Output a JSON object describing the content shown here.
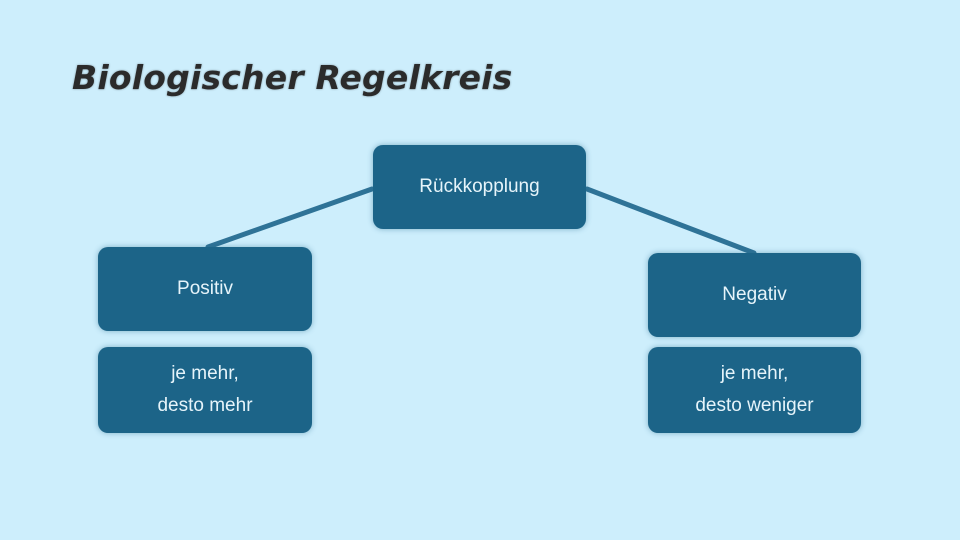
{
  "slide": {
    "title": "Biologischer Regelkreis",
    "background_color": "#cdeefc",
    "accent_color": "#1c6488"
  },
  "diagram": {
    "root": {
      "label": "Rückkopplung"
    },
    "branches": [
      {
        "label": "Positiv",
        "description": "je mehr,\ndesto mehr"
      },
      {
        "label": "Negativ",
        "description": "je mehr,\ndesto weniger"
      }
    ]
  }
}
